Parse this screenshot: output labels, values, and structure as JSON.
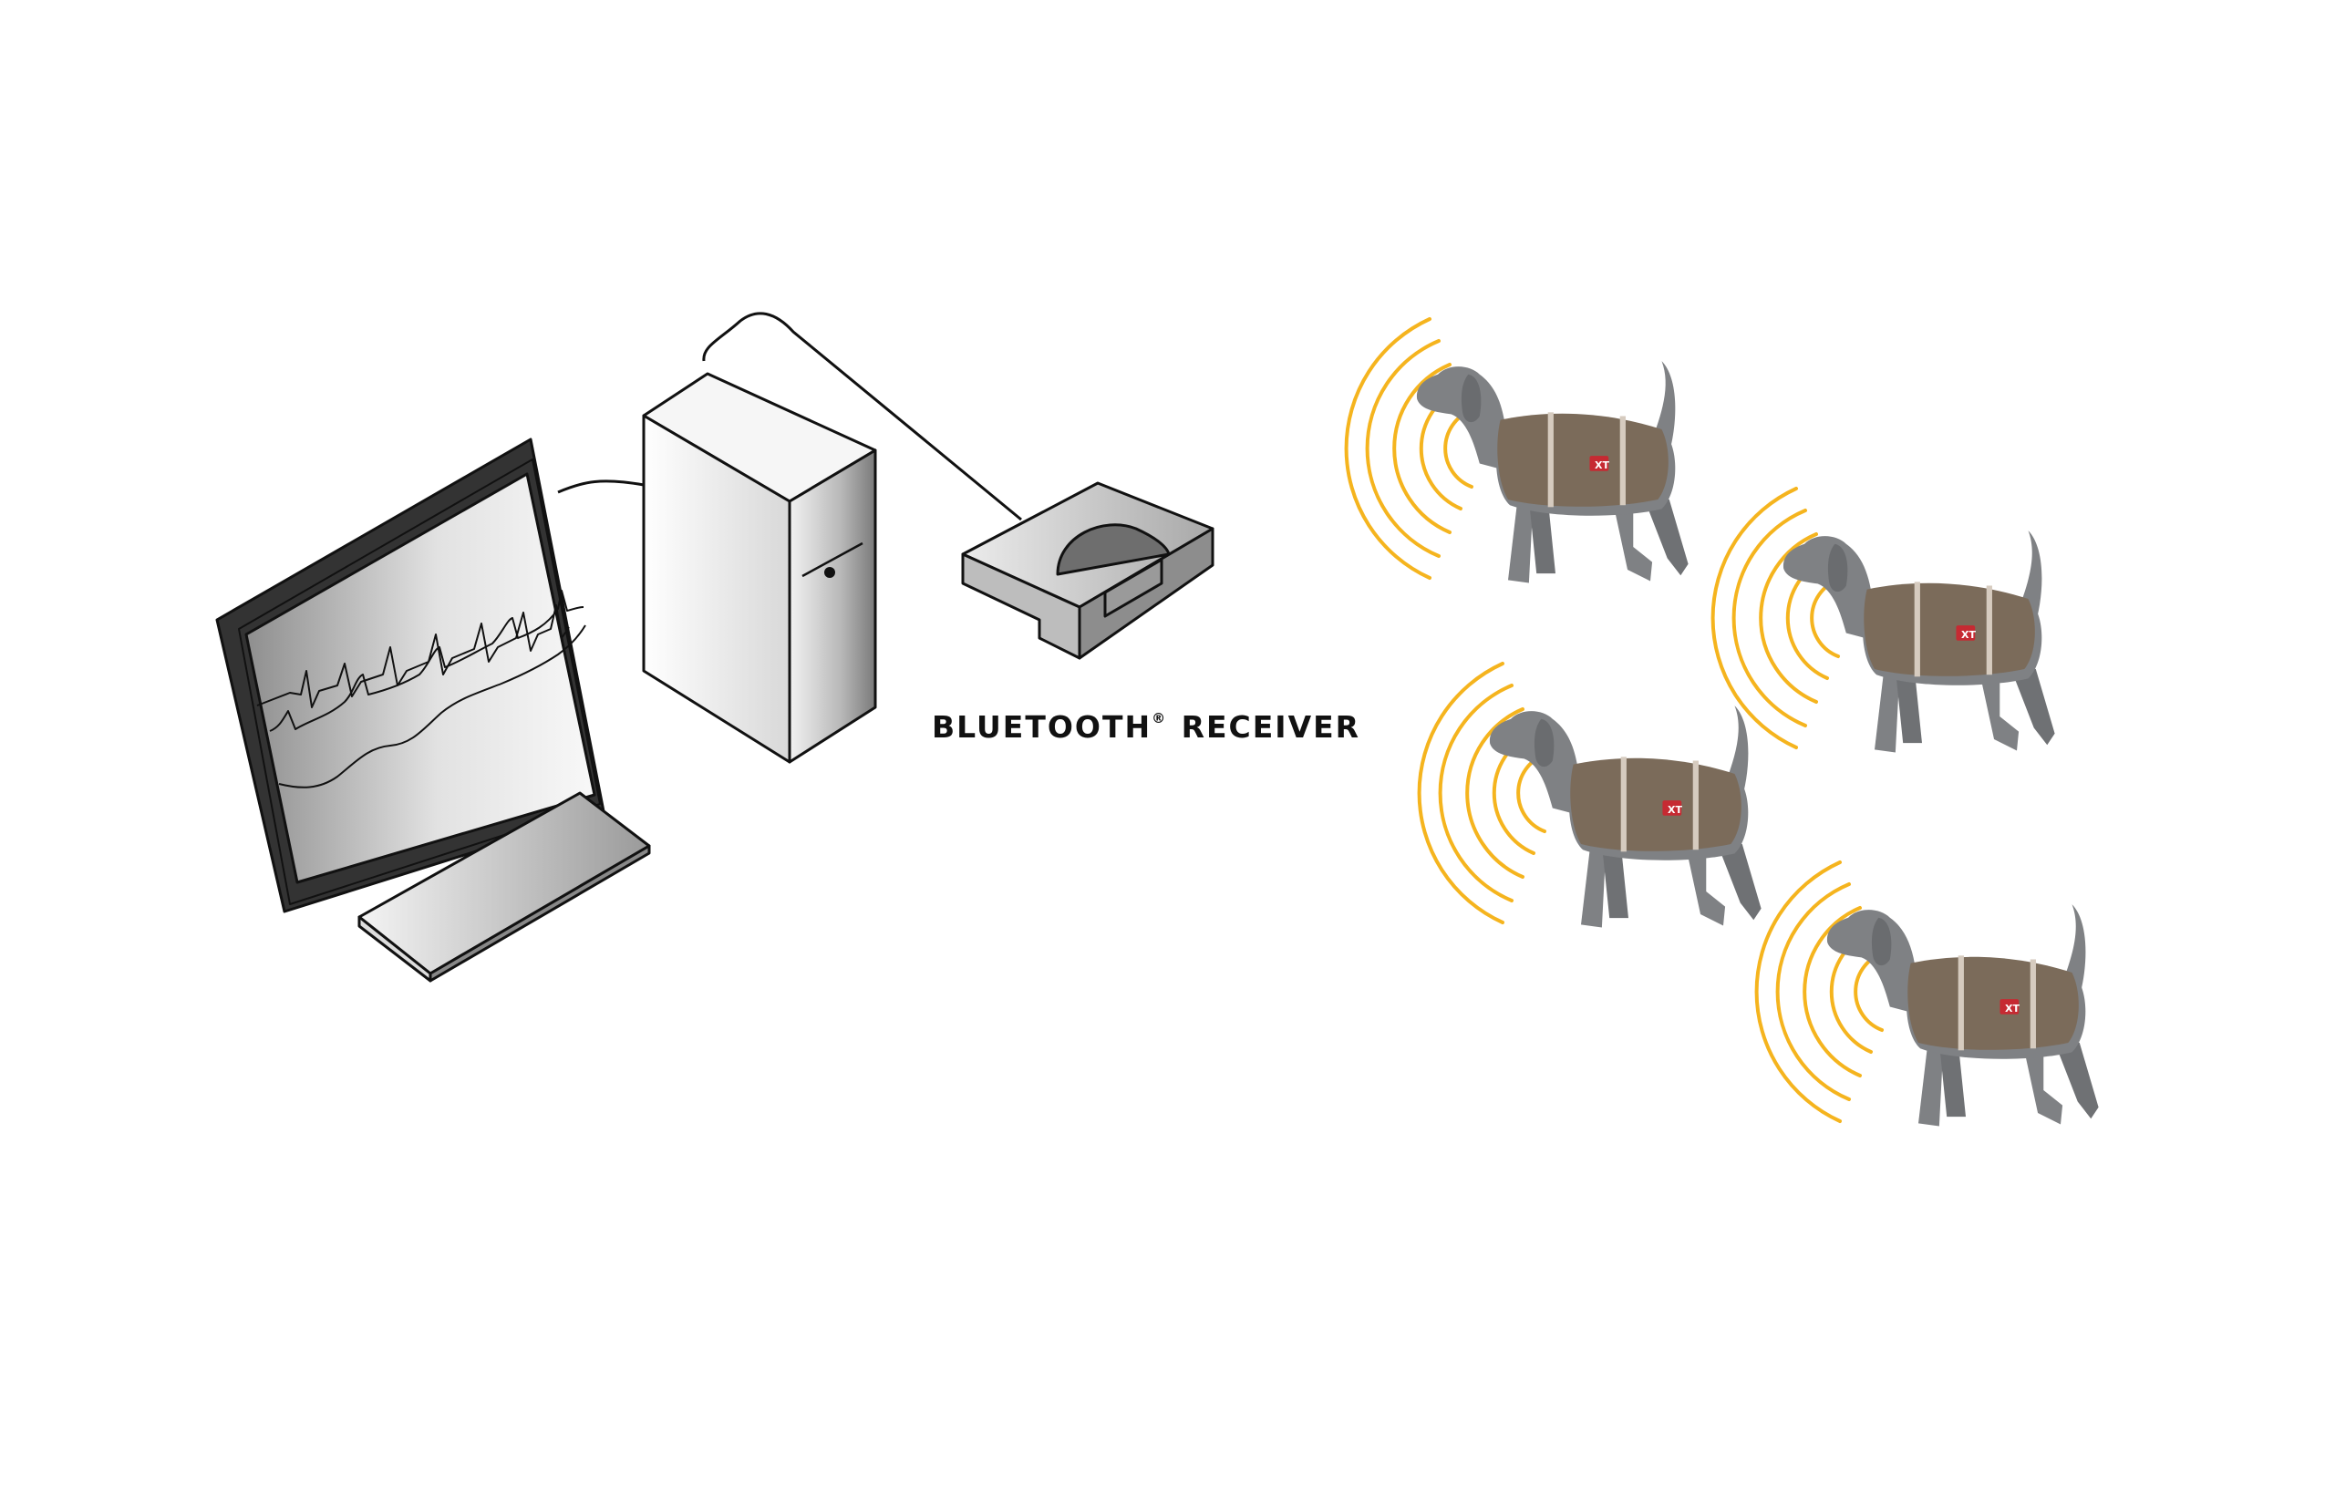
{
  "receiver_label": {
    "main": "BLUETOOTH",
    "mark": "®",
    "suffix": "RECEIVER"
  },
  "vest_badge_text": "XT",
  "colors": {
    "signal_waves": "#F5B41E",
    "dog_body": "#7F8184",
    "vest": "#7B6B5A",
    "vest_badge": "#C62A32",
    "outline": "#111111"
  },
  "icons": [
    "monitor-icon",
    "tower-pc-icon",
    "keyboard-icon",
    "bluetooth-receiver-icon",
    "dog-with-vest-icon",
    "signal-wave-icon"
  ]
}
